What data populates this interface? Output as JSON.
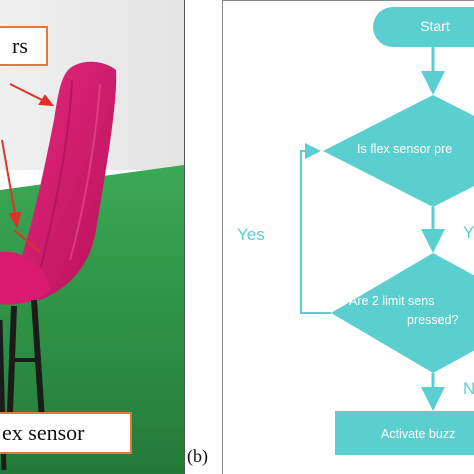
{
  "photo_panel": {
    "callout_top": "rs",
    "callout_bottom": "ex sensor"
  },
  "panel_labels": {
    "b": "(b)"
  },
  "flowchart": {
    "start": "Start",
    "decision_1": "Is flex sensor pre",
    "decision_2_line1": "Are 2 limit sens",
    "decision_2_line2": "pressed?",
    "action": "Activate buzz",
    "edge_yes": "Yes",
    "edge_yes_right": "Y",
    "edge_no": "N"
  },
  "colors": {
    "flow_fill": "#5bcfd0",
    "flow_arrow": "#5bcfd0",
    "callout_border": "#e07a3c",
    "chair_fabric": "#d81b6e",
    "floor": "#2f9c4a",
    "wall": "#eeeeee"
  }
}
